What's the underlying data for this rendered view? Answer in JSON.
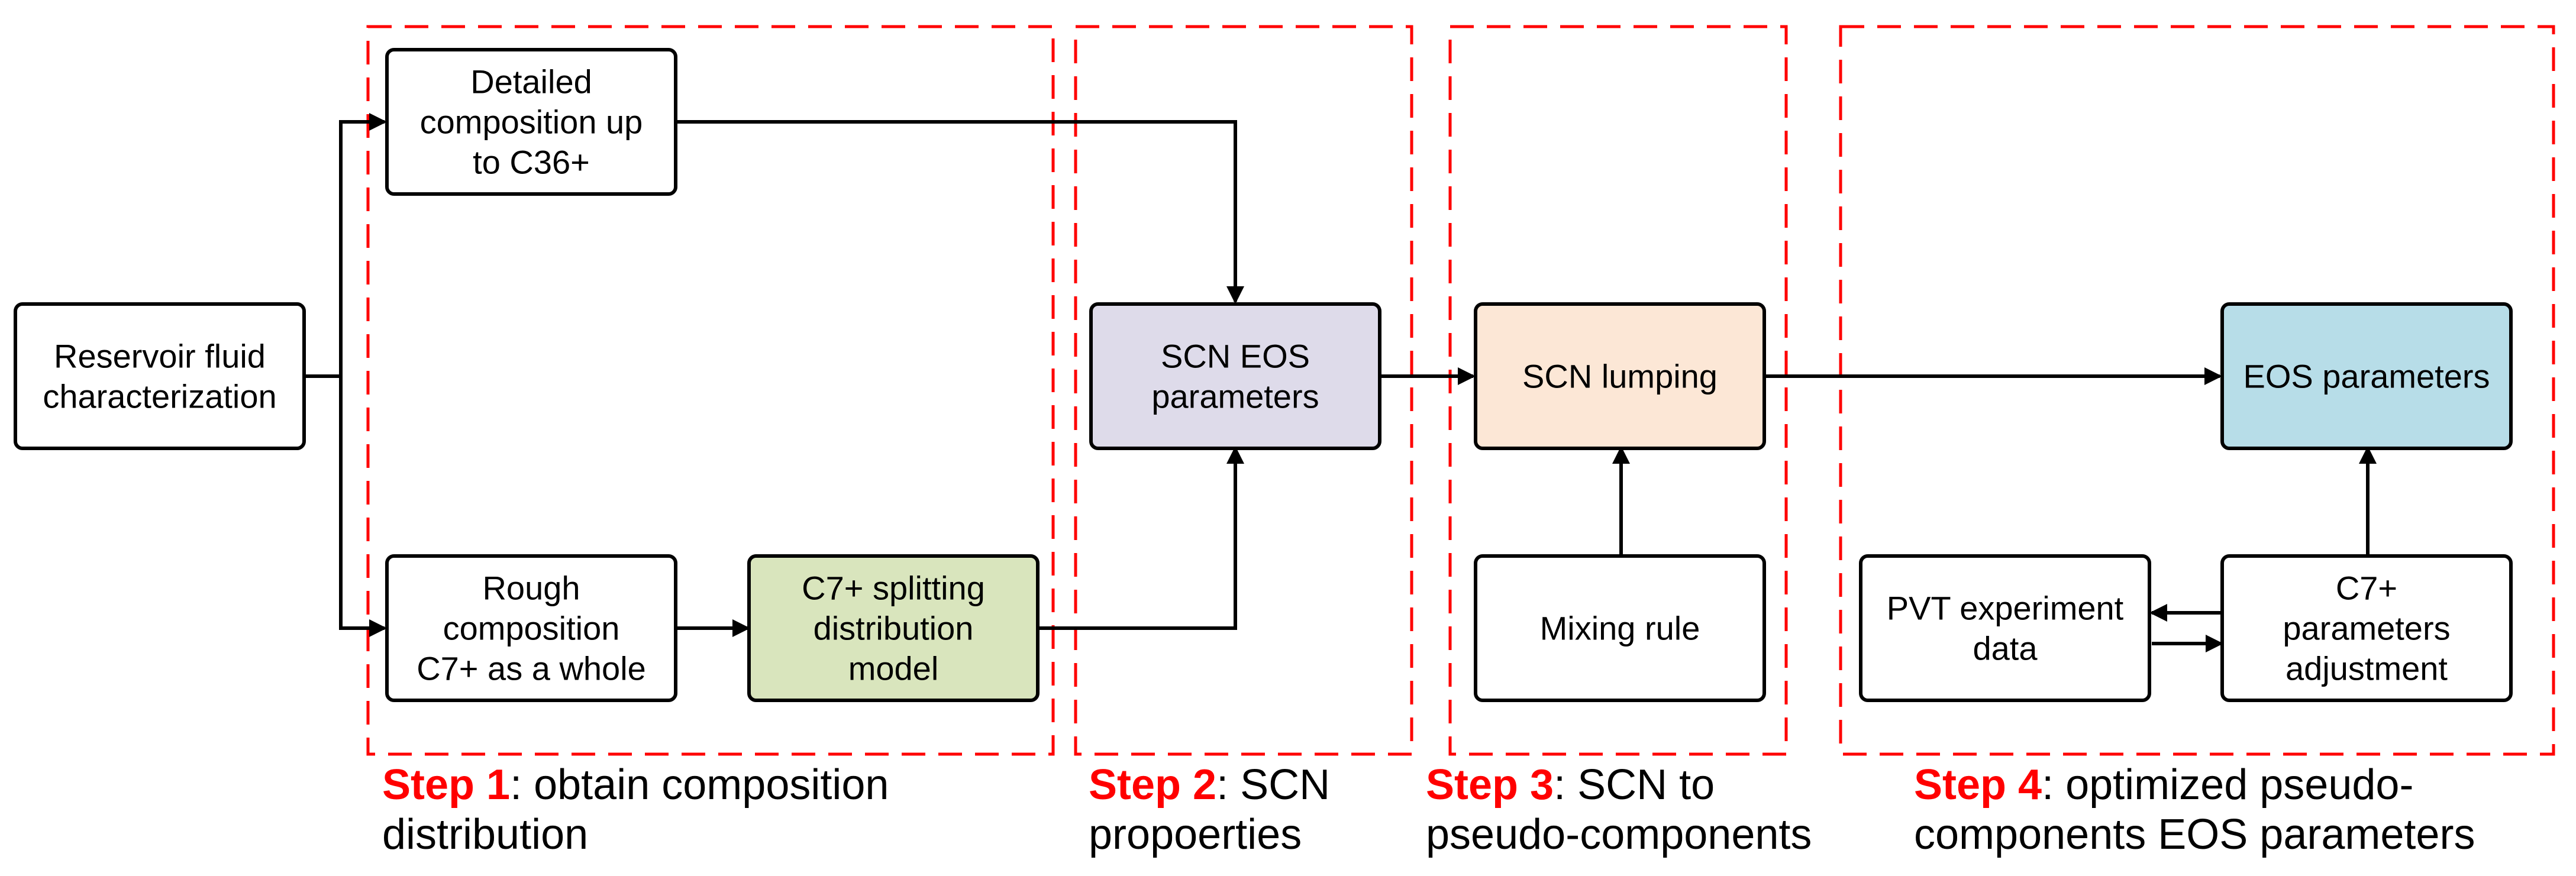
{
  "nodes": {
    "reservoir": {
      "lines": [
        "Reservoir fluid",
        "characterization"
      ],
      "fill": "#ffffff"
    },
    "detailed": {
      "lines": [
        "Detailed",
        "composition up",
        "to C36+"
      ],
      "fill": "#ffffff"
    },
    "rough": {
      "lines": [
        "Rough",
        "composition",
        "C7+ as a whole"
      ],
      "fill": "#ffffff"
    },
    "splitting": {
      "lines": [
        "C7+ splitting",
        "distribution",
        "model"
      ],
      "fill": "#d9e5bd"
    },
    "scn_eos": {
      "lines": [
        "SCN EOS",
        "parameters"
      ],
      "fill": "#dedbea"
    },
    "scn_lumping": {
      "lines": [
        "SCN lumping"
      ],
      "fill": "#fce7d6"
    },
    "mixing": {
      "lines": [
        "Mixing rule"
      ],
      "fill": "#ffffff"
    },
    "eos_params": {
      "lines": [
        "EOS parameters"
      ],
      "fill": "#b7dde8"
    },
    "pvt": {
      "lines": [
        "PVT experiment",
        "data"
      ],
      "fill": "#ffffff"
    },
    "c7_adjust": {
      "lines": [
        "C7+",
        "parameters",
        "adjustment"
      ],
      "fill": "#ffffff"
    }
  },
  "steps": [
    {
      "label": "Step 1",
      "text_line1": ": obtain composition",
      "text_line2": "distribution"
    },
    {
      "label": "Step 2",
      "text_line1": ": SCN",
      "text_line2": "propoerties"
    },
    {
      "label": "Step 3",
      "text_line1": ": SCN to",
      "text_line2": "pseudo-components"
    },
    {
      "label": "Step 4",
      "text_line1": ": optimized pseudo-",
      "text_line2": "components EOS parameters"
    }
  ],
  "colors": {
    "step_border": "#ff0000",
    "step_label": "#ff0000",
    "stroke": "#000000"
  }
}
